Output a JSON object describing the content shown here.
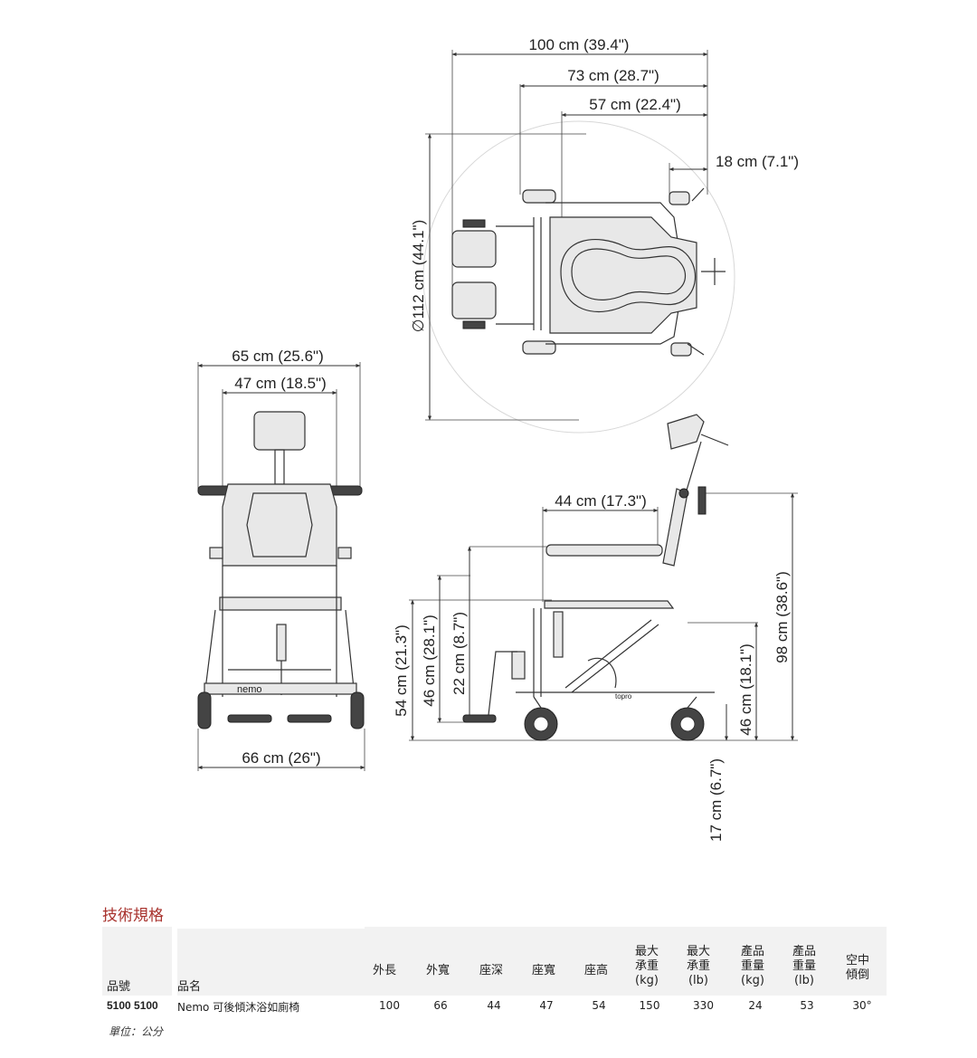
{
  "dimensions": {
    "top_overall": "100 cm (39.4\")",
    "top_73": "73 cm (28.7\")",
    "top_57": "57 cm (22.4\")",
    "top_18": "18 cm (7.1\")",
    "turning_diameter": "∅112 cm (44.1\")",
    "front_65": "65 cm (25.6\")",
    "front_47": "47 cm (18.5\")",
    "front_66": "66 cm (26\")",
    "side_44": "44 cm (17.3\")",
    "side_54": "54 cm (21.3\")",
    "side_46a": "46 cm (28.1\")",
    "side_22": "22 cm (8.7\")",
    "side_46b": "46 cm (18.1\")",
    "side_98": "98 cm (38.6\")",
    "side_17": "17 cm (6.7\")",
    "brand_front": "nemo",
    "brand_side": "topro"
  },
  "spec": {
    "title": "技術規格",
    "headers": {
      "code": "品號",
      "name": "品名",
      "length": "外長",
      "width": "外寬",
      "seat_depth": "座深",
      "seat_width": "座寬",
      "seat_height": "座高",
      "max_load_kg": [
        "最大",
        "承重",
        "(kg)"
      ],
      "max_load_lb": [
        "最大",
        "承重",
        "(lb)"
      ],
      "weight_kg": [
        "產品",
        "重量",
        "(kg)"
      ],
      "weight_lb": [
        "產品",
        "重量",
        "(lb)"
      ],
      "tilt": [
        "空中",
        "傾倒"
      ]
    },
    "row": {
      "code": "5100 5100",
      "name": "Nemo 可後傾沐浴如廁椅",
      "length": "100",
      "width": "66",
      "seat_depth": "44",
      "seat_width": "47",
      "seat_height": "54",
      "max_load_kg": "150",
      "max_load_lb": "330",
      "weight_kg": "24",
      "weight_lb": "53",
      "tilt": "30°"
    },
    "unit_note": "單位：公分"
  }
}
